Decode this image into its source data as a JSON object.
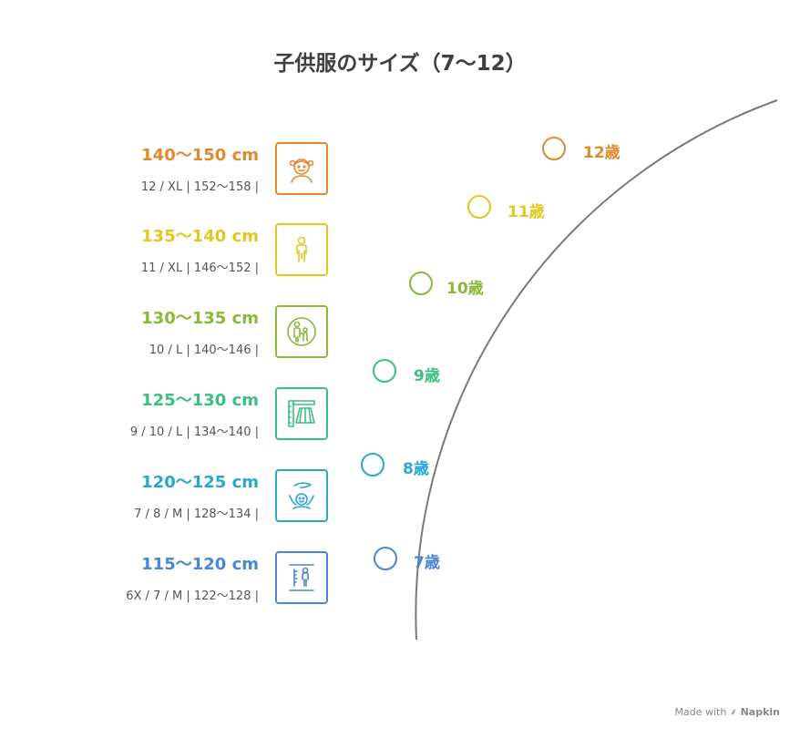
{
  "title": "子供服のサイズ（7〜12）",
  "items": [
    {
      "height": "140〜150 cm",
      "sizes": "12 / XL | 152〜158 |",
      "age": "12歳",
      "color": "#e08a2c",
      "icon": "girl-face-icon"
    },
    {
      "height": "135〜140 cm",
      "sizes": "11 / XL | 146〜152 |",
      "age": "11歳",
      "color": "#e0c820",
      "icon": "child-figure-icon"
    },
    {
      "height": "130〜135 cm",
      "sizes": "10 / L | 140〜146 |",
      "age": "10歳",
      "color": "#8cb83a",
      "icon": "parent-child-icon"
    },
    {
      "height": "125〜130 cm",
      "sizes": "9 / 10 / L | 134〜140 |",
      "age": "9歳",
      "color": "#3cbf83",
      "icon": "skirt-measure-icon"
    },
    {
      "height": "120〜125 cm",
      "sizes": "7 / 8 / M | 128〜134 |",
      "age": "8歳",
      "color": "#27a8cf",
      "icon": "baby-care-icon"
    },
    {
      "height": "115〜120 cm",
      "sizes": "6X / 7 / M | 122〜128 |",
      "age": "7歳",
      "color": "#4a86d6",
      "icon": "height-measure-icon"
    }
  ],
  "footer": {
    "made_with": "Made with",
    "brand": "Napkin"
  }
}
